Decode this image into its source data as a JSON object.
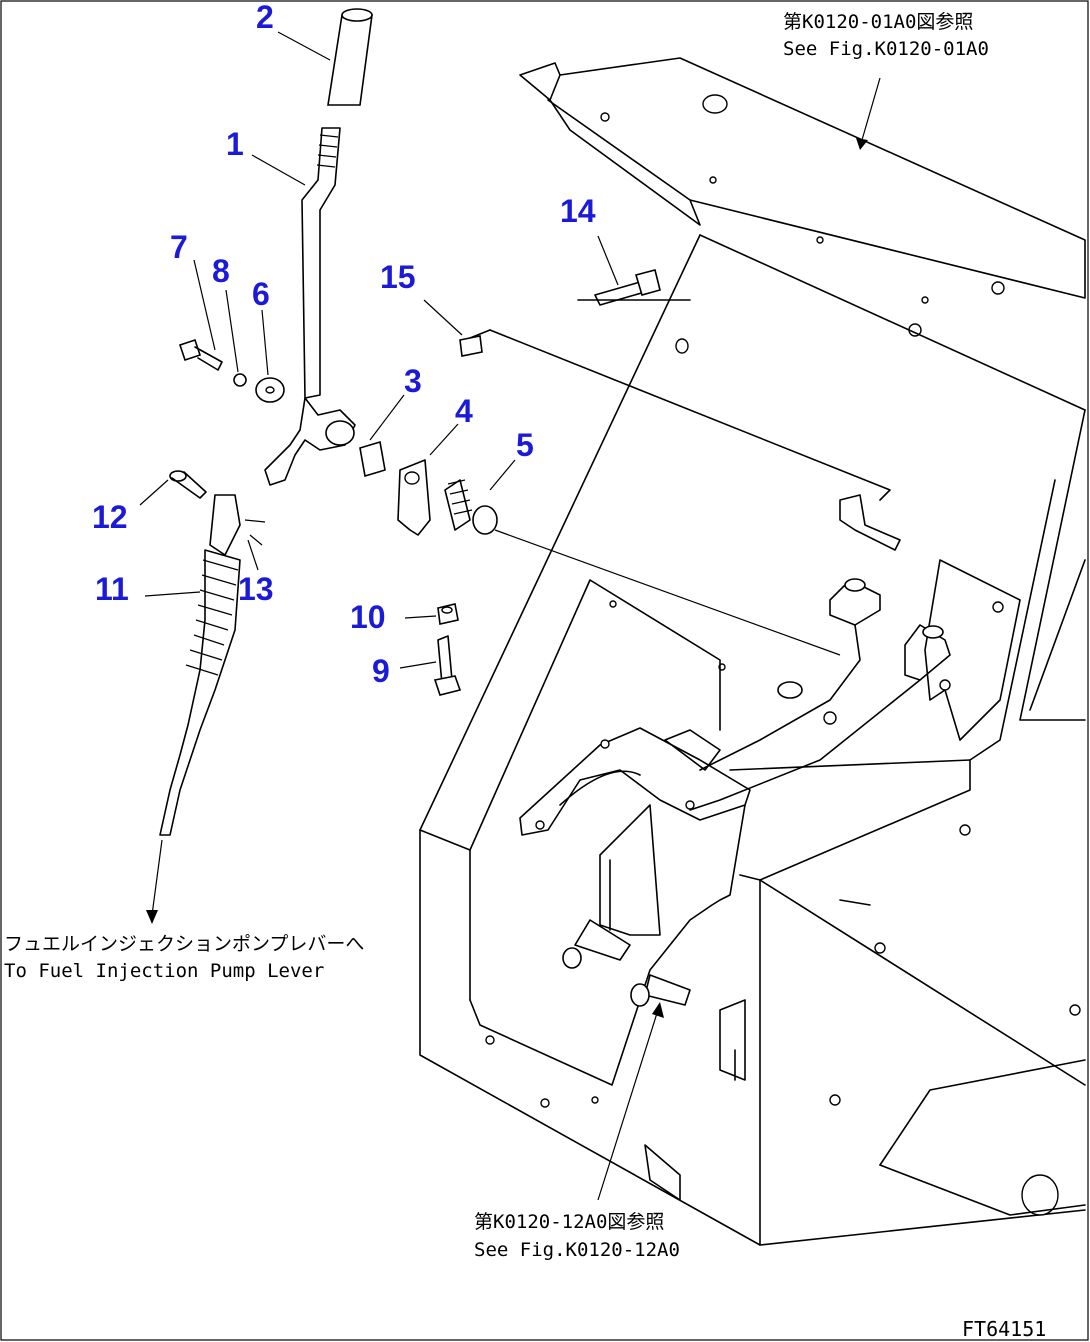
{
  "callouts": [
    {
      "id": "1",
      "label": "1"
    },
    {
      "id": "2",
      "label": "2"
    },
    {
      "id": "3",
      "label": "3"
    },
    {
      "id": "4",
      "label": "4"
    },
    {
      "id": "5",
      "label": "5"
    },
    {
      "id": "6",
      "label": "6"
    },
    {
      "id": "7",
      "label": "7"
    },
    {
      "id": "8",
      "label": "8"
    },
    {
      "id": "9",
      "label": "9"
    },
    {
      "id": "10",
      "label": "10"
    },
    {
      "id": "11",
      "label": "11"
    },
    {
      "id": "12",
      "label": "12"
    },
    {
      "id": "13",
      "label": "13"
    },
    {
      "id": "14",
      "label": "14"
    },
    {
      "id": "15",
      "label": "15"
    }
  ],
  "notes": {
    "fig_top_jp": "第K0120-01A0図参照",
    "fig_top_en": "See Fig.K0120-01A0",
    "fig_bottom_jp": "第K0120-12A0図参照",
    "fig_bottom_en": "See Fig.K0120-12A0",
    "pump_jp": "フュエルインジェクションポンプレバーへ",
    "pump_en": "To Fuel Injection Pump Lever"
  },
  "drawing_number": "FT64151",
  "colors": {
    "callout": "#1a1ad8",
    "line": "#000000",
    "background": "#ffffff"
  }
}
